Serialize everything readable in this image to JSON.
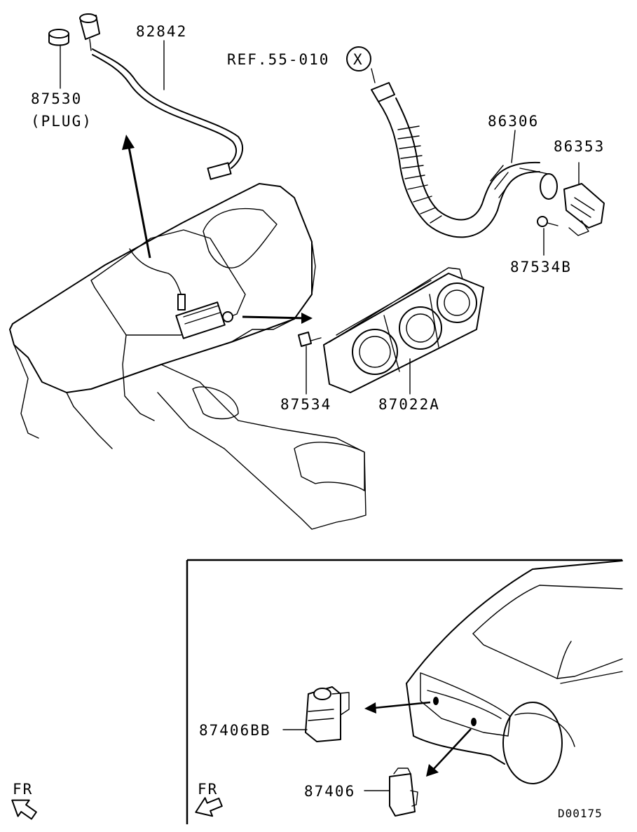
{
  "diagram": {
    "labels": {
      "p82842": "82842",
      "p87530": "87530",
      "plug": "(PLUG)",
      "ref": "REF.55-010",
      "ref_circle": "X",
      "p86306": "86306",
      "p86353": "86353",
      "p87534B": "87534B",
      "p87534": "87534",
      "p87022A": "87022A",
      "p87406BB": "87406BB",
      "p87406": "87406",
      "fr_left": "FR",
      "fr_inset": "FR",
      "code": "D00175"
    },
    "arrow_icons": [
      "fr-arrow-icon",
      "fr-arrow-icon"
    ],
    "line_color": "#000000",
    "background": "#ffffff"
  }
}
